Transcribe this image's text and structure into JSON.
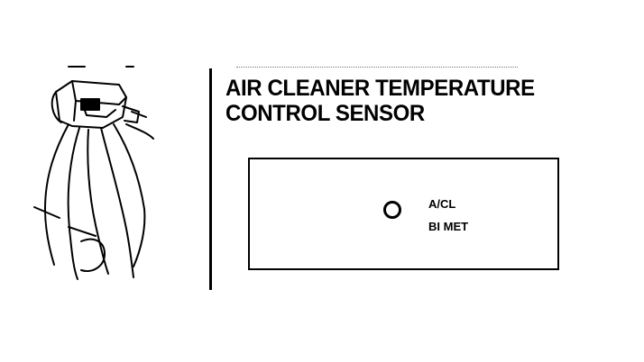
{
  "title": {
    "line1": "AIR CLEANER TEMPERATURE",
    "line2": "CONTROL SENSOR"
  },
  "sensor_panel": {
    "label_line1": "A/CL",
    "label_line2": "BI MET"
  }
}
